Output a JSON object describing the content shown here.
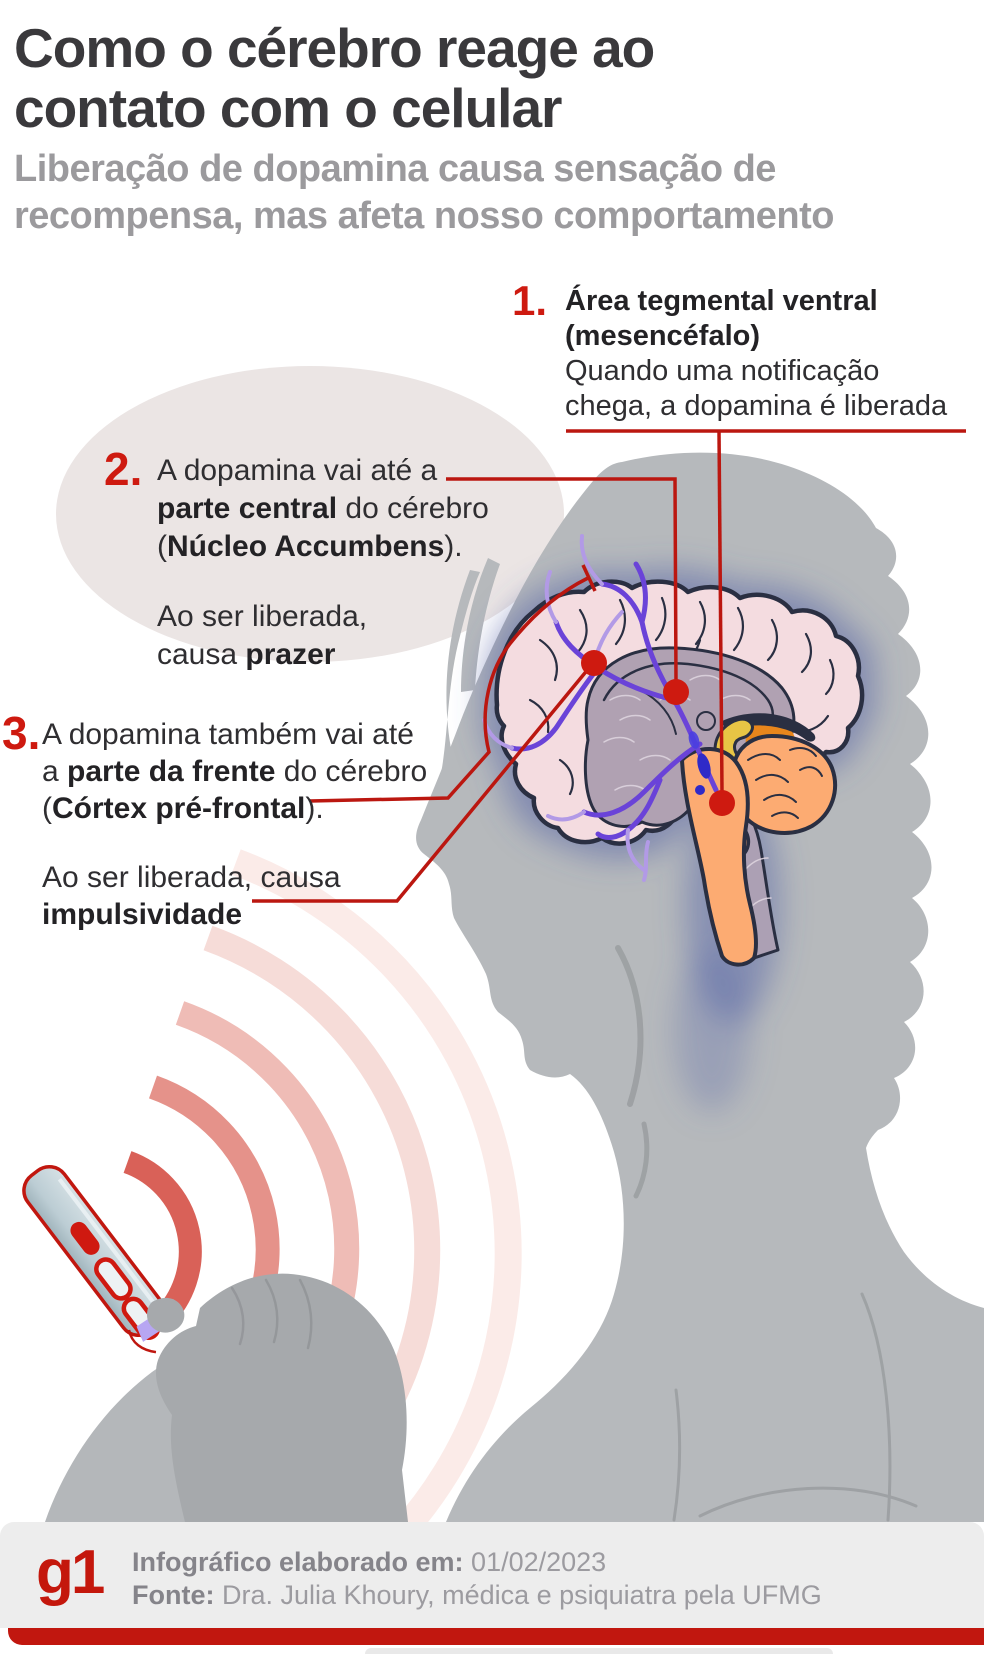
{
  "title": {
    "line1": "Como o cérebro reage ao",
    "line2": "contato com o celular"
  },
  "subtitle": {
    "line1": "Liberação de dopamina causa sensação de",
    "line2": "recompensa, mas afeta nosso comportamento"
  },
  "annotations": [
    {
      "number": "1.",
      "lines": [
        [
          {
            "t": "Área tegmental ventral",
            "b": true
          }
        ],
        [
          {
            "t": "(mesencéfalo)",
            "b": true
          }
        ],
        [
          {
            "t": "Quando uma notificação"
          }
        ],
        [
          {
            "t": "chega, a dopamina é liberada"
          }
        ]
      ]
    },
    {
      "number": "2.",
      "lines": [
        [
          {
            "t": "A dopamina vai até a"
          }
        ],
        [
          {
            "t": "parte central",
            "b": true
          },
          {
            "t": " do cérebro"
          }
        ],
        [
          {
            "t": "("
          },
          {
            "t": "Núcleo Accumbens",
            "b": true
          },
          {
            "t": ")."
          }
        ],
        [],
        [
          {
            "t": "Ao ser liberada,"
          }
        ],
        [
          {
            "t": "causa "
          },
          {
            "t": "prazer",
            "b": true
          }
        ]
      ]
    },
    {
      "number": "3.",
      "lines": [
        [
          {
            "t": "A dopamina também vai até"
          }
        ],
        [
          {
            "t": "a "
          },
          {
            "t": "parte da frente",
            "b": true
          },
          {
            "t": " do cérebro"
          }
        ],
        [
          {
            "t": "("
          },
          {
            "t": "Córtex pré-frontal",
            "b": true
          },
          {
            "t": ")."
          }
        ],
        [],
        [
          {
            "t": "Ao ser liberada, causa"
          }
        ],
        [
          {
            "t": "impulsividade",
            "b": true
          }
        ]
      ]
    }
  ],
  "footer": {
    "logo": "g1",
    "line1_label": "Infográfico elaborado em:",
    "line1_value": " 01/02/2023",
    "line2_label": "Fonte:",
    "line2_value": " Dra. Julia Khoury, médica e psiquiatra pela UFMG"
  },
  "colors": {
    "accent_red": "#ce1a10",
    "callout_line_red": "#bb1710",
    "g1_brand_red": "#c4170c",
    "title_gray": "#3a393c",
    "subtitle_gray": "#9b9a9d",
    "silhouette_gray": "#b6b9bc",
    "speech_ellipse": "#ebe5e4",
    "brain_cortex_pink": "#f4dce0",
    "brain_inner_lilac": "#b0a1b2",
    "cerebellum_orange": "#fcab72",
    "dopamine_purple": "#6a43d8",
    "glow_blue": "#4e5ea6"
  }
}
